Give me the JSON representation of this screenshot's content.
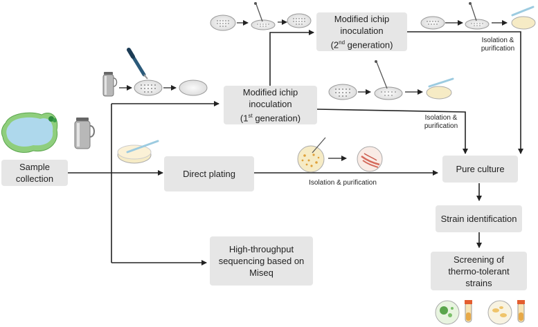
{
  "boxes": {
    "sample_collection": "Sample collection",
    "direct_plating": "Direct plating",
    "ichip_1_line1": "Modified ichip inoculation",
    "ichip_1_line2": "(1",
    "ichip_1_sup": "st",
    "ichip_1_line3": " generation)",
    "ichip_2_line1": "Modified ichip inoculation",
    "ichip_2_line2": "(2",
    "ichip_2_sup": "nd",
    "ichip_2_line3": " generation)",
    "hts": "High-throughput sequencing based on Miseq",
    "pure_culture": "Pure culture",
    "strain_identification": "Strain identification",
    "screening": "Screening of thermo-tolerant strains"
  },
  "labels": {
    "isolation_top": "Isolation & purification",
    "isolation_mid": "Isolation & purification",
    "isolation_direct": "Isolation & purification"
  },
  "colors": {
    "box_fill": "#e6e6e6",
    "arrow": "#222222",
    "water": "#aed8ec",
    "grass": "#8fce7d",
    "dish_fill": "#f0f0f0"
  }
}
